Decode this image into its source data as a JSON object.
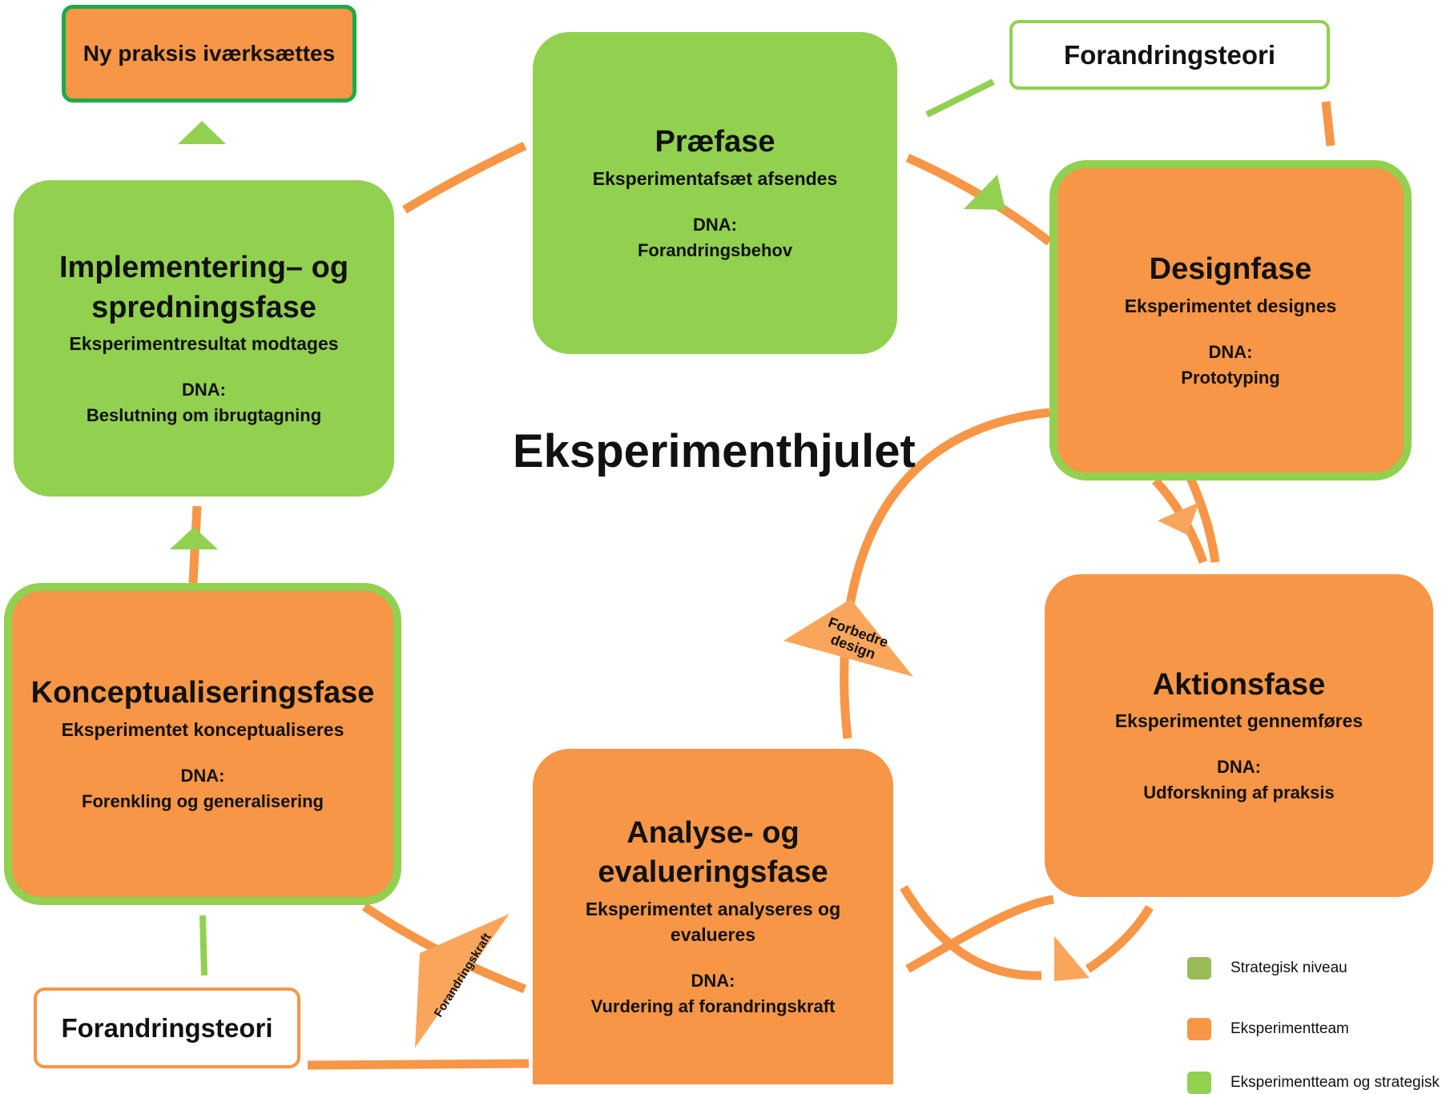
{
  "title": "Eksperimenthjulet",
  "phases": {
    "praefase": {
      "title": "Præfase",
      "subtitle": "Eksperimentafsæt afsendes",
      "dna_label": "DNA:",
      "dna_value": "Forandringsbehov"
    },
    "designfase": {
      "title": "Designfase",
      "subtitle": "Eksperimentet designes",
      "dna_label": "DNA:",
      "dna_value": "Prototyping"
    },
    "aktionsfase": {
      "title": "Aktionsfase",
      "subtitle": "Eksperimentet gennemføres",
      "dna_label": "DNA:",
      "dna_value": "Udforskning af praksis"
    },
    "analysefase": {
      "title_line1": "Analyse- og",
      "title_line2": "evalueringsfase",
      "subtitle_line1": "Eksperimentet analyseres og",
      "subtitle_line2": "evalueres",
      "dna_label": "DNA:",
      "dna_value": "Vurdering af forandringskraft"
    },
    "konceptfase": {
      "title": "Konceptualiseringsfase",
      "subtitle": "Eksperimentet konceptualiseres",
      "dna_label": "DNA:",
      "dna_value": "Forenkling og generalisering"
    },
    "implementeringsfase": {
      "title_line1": "Implementering– og",
      "title_line2": "spredningsfase",
      "subtitle": "Eksperimentresultat modtages",
      "dna_label": "DNA:",
      "dna_value": "Beslutning om ibrugtagning"
    }
  },
  "ny_praksis": "Ny praksis iværksættes",
  "forandringsteori_top": "Forandringsteori",
  "forandringsteori_bottom": "Forandringsteori",
  "triangle_labels": {
    "forbedre_design": "Forbedre design",
    "forandringskraft": "Forandringskraft"
  },
  "legend": [
    {
      "label": "Strategisk niveau",
      "color": "#9bbb59"
    },
    {
      "label": "Eksperimentteam",
      "color": "#f79646"
    },
    {
      "label": "Eksperimentteam og strategisk niveau",
      "color": "#92d050"
    }
  ],
  "colors": {
    "green": "#92d050",
    "orange": "#f79646",
    "orange_line": "#f79646"
  }
}
